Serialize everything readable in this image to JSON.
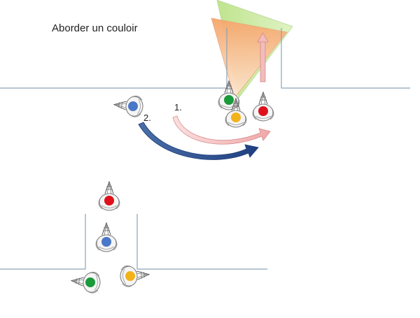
{
  "title": "Aborder un couloir",
  "steps": [
    {
      "label": "1.",
      "color": "#f2b8b8"
    },
    {
      "label": "2.",
      "color": "#2e4d8a"
    }
  ],
  "colors": {
    "wall": "#8aa4b8",
    "red": "#e0101a",
    "yellow": "#f2b21a",
    "green": "#1a9a3a",
    "blue": "#4a78c8",
    "cone_green": "#c8ea9a",
    "cone_orange": "#f6b07a",
    "arrow_up": "#f3bcbc"
  },
  "icons": [
    "person-top-view-icon",
    "vision-cone-icon",
    "movement-arrow-icon"
  ]
}
